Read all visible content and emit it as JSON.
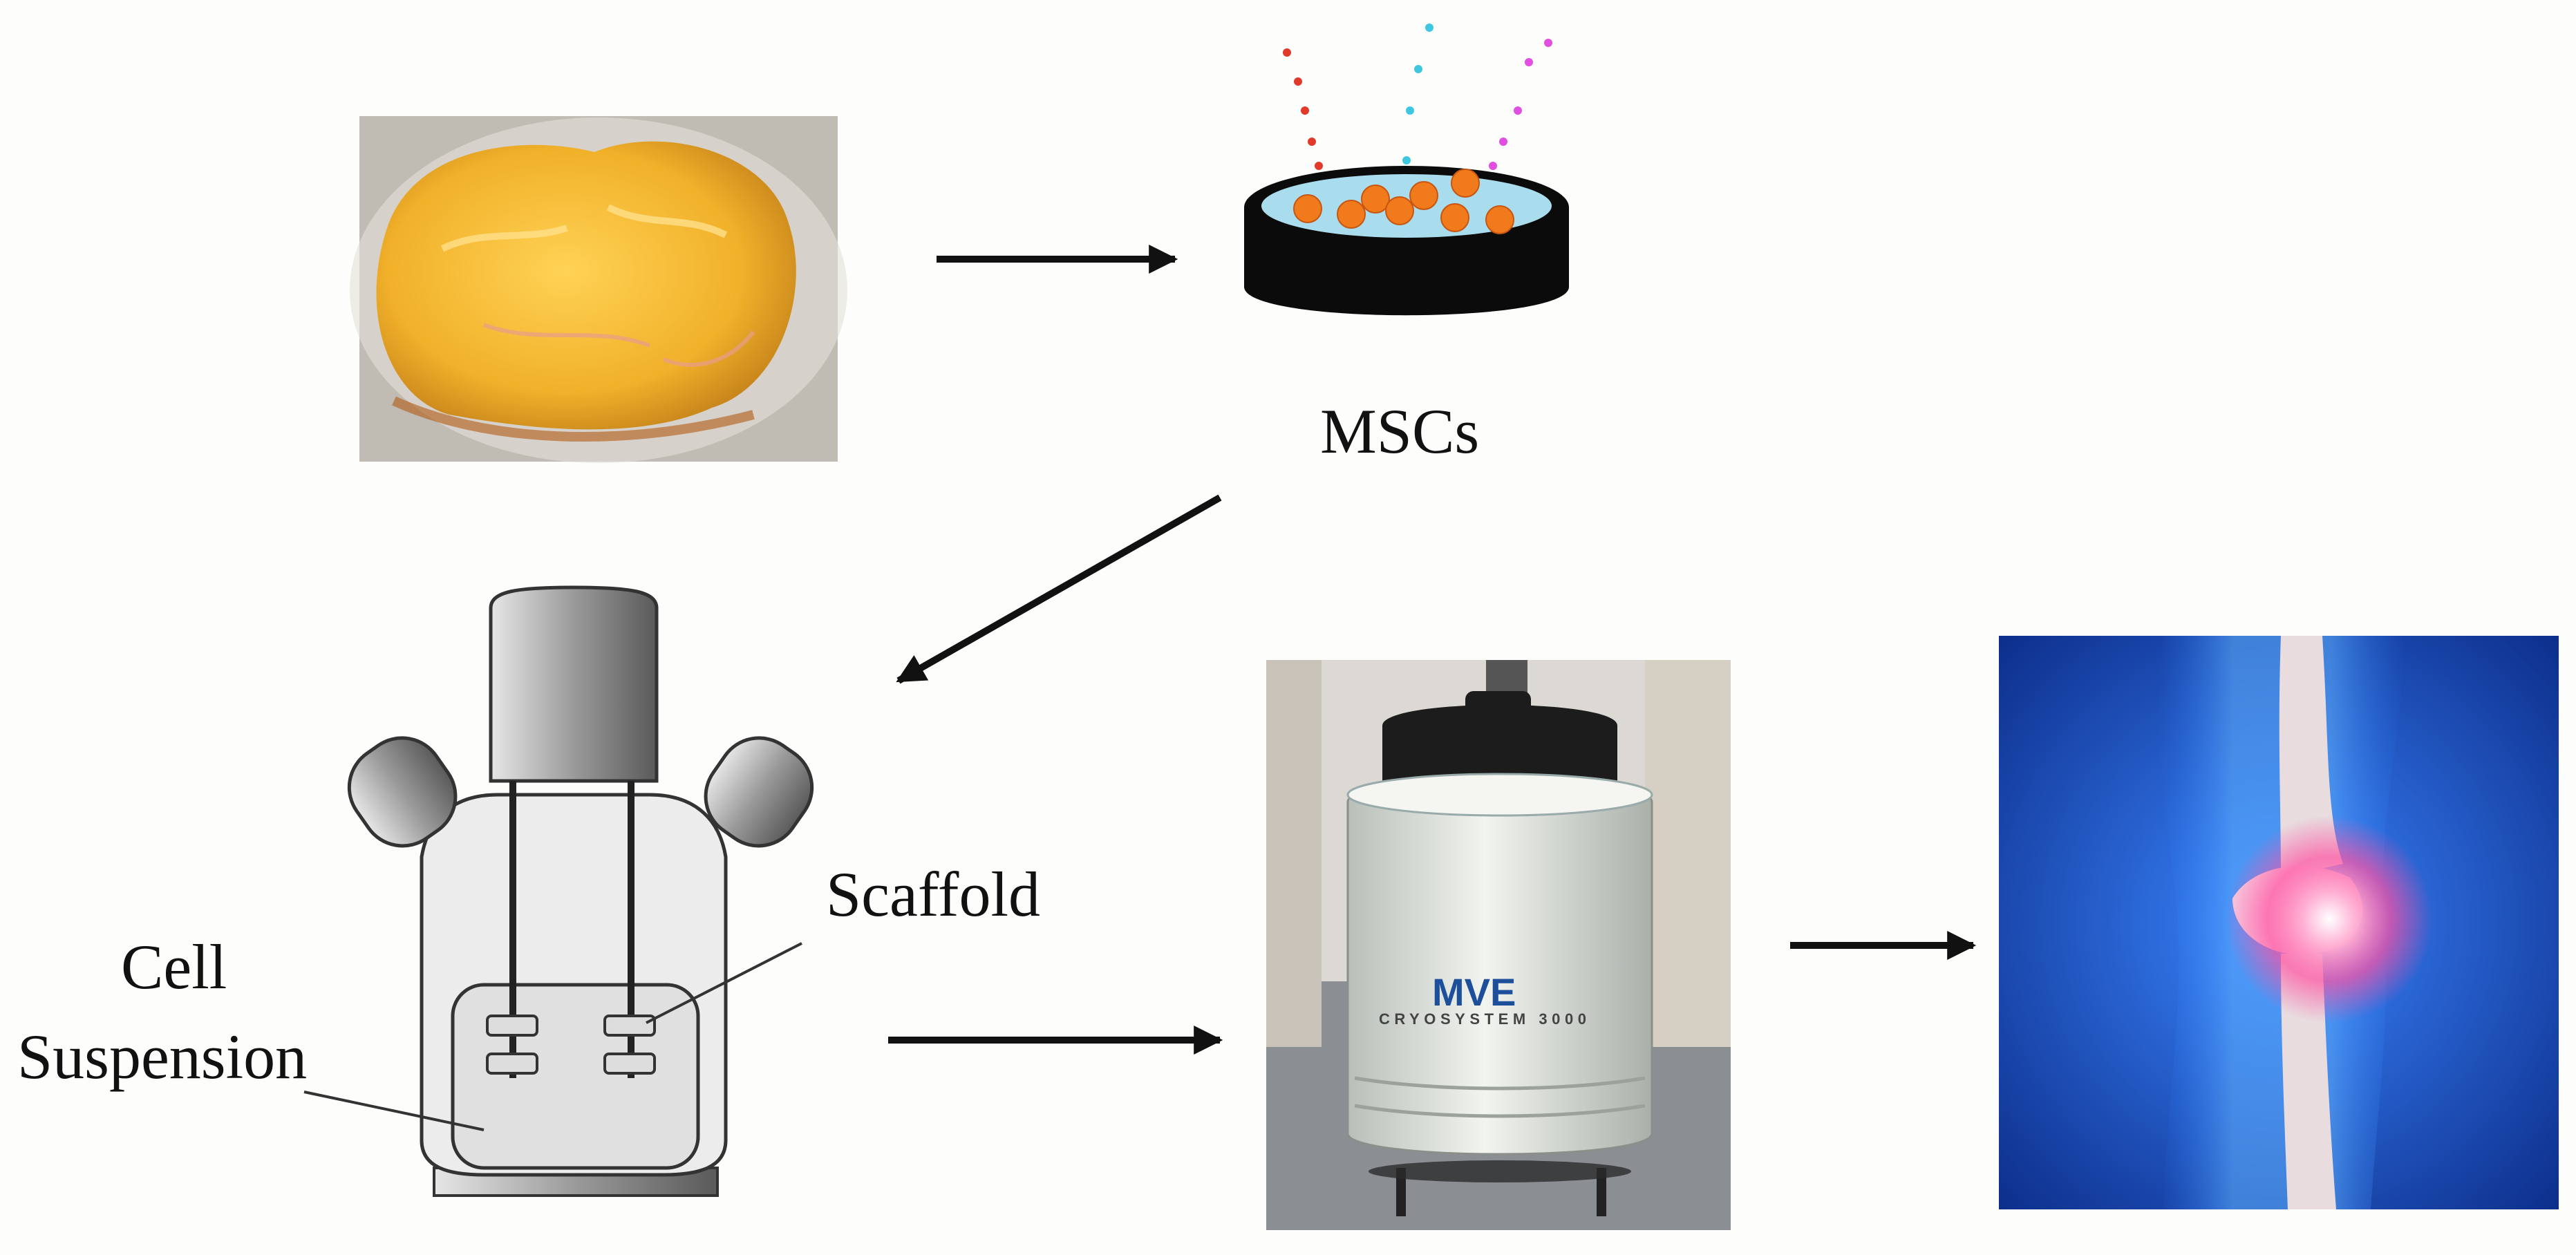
{
  "labels": {
    "mscs": "MSCs",
    "scaffold": "Scaffold",
    "cell_line1": "Cell",
    "cell_line2": "Suspension",
    "dewar_brand": "MVE",
    "dewar_model": "CRYOSYSTEM 3000"
  },
  "colors": {
    "arrow": "#111111",
    "tissue": "#f2b62e",
    "cell": "#f07a1c",
    "medium": "#9fd8ec",
    "dish": "#0b0b0b",
    "knee_bg": "#1f5fd6",
    "knee_glow": "#ff4fa0"
  },
  "icons": [
    "adipose-tissue-photo",
    "culture-dish-icon",
    "bioreactor-icon",
    "cryogenic-dewar-photo",
    "knee-joint-image"
  ]
}
